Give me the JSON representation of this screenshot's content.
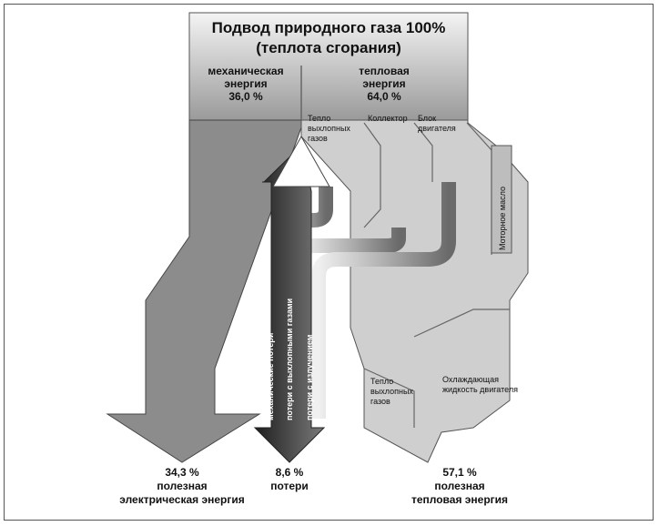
{
  "title_line1": "Подвод природного газа 100%",
  "title_line2": "(теплота сгорания)",
  "mech": {
    "l1": "механическая",
    "l2": "энергия",
    "pct": "36,0 %"
  },
  "heat": {
    "l1": "тепловая",
    "l2": "энергия",
    "pct": "64,0 %"
  },
  "branches": {
    "exhaust_l1": "Тепло",
    "exhaust_l2": "выхлопных",
    "exhaust_l3": "газов",
    "collector": "Коллектор",
    "block_l1": "Блок",
    "block_l2": "двигателя",
    "oil": "Моторное масло"
  },
  "losses": {
    "mech": "механические потери",
    "exhaust": "потери с выхлопными газами",
    "radiation": "потери с излучением"
  },
  "bottom_heat": {
    "exhaust_l1": "Тепло",
    "exhaust_l2": "выхлопных",
    "exhaust_l3": "газов",
    "coolant_l1": "Охлаждающая",
    "coolant_l2": "жидкость двигателя"
  },
  "outputs": {
    "electric": {
      "pct": "34,3 %",
      "l1": "полезная",
      "l2": "электрическая энергия"
    },
    "loss": {
      "pct": "8,6 %",
      "l1": "потери"
    },
    "thermal": {
      "pct": "57,1 %",
      "l1": "полезная",
      "l2": "тепловая энергия"
    }
  },
  "colors": {
    "electric_flow": "#8c8c8c",
    "thermal_flow": "#cfcfcf",
    "loss_flow": "#333333",
    "top_bar": "#d6d6d6"
  }
}
